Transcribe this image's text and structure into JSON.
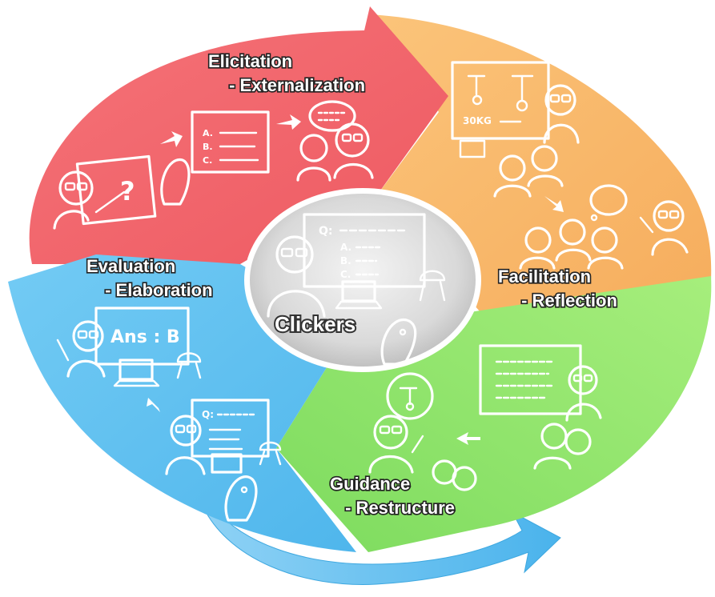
{
  "diagram": {
    "center": {
      "label": "Clickers"
    },
    "stages": [
      {
        "id": "elicitation",
        "line1": "Elicitation",
        "line2": " - Externalization",
        "color": "#f0646a"
      },
      {
        "id": "facilitation",
        "line1": "Facilitation",
        "line2": " - Reflection",
        "color": "#f9b96a"
      },
      {
        "id": "guidance",
        "line1": "Guidance",
        "line2": " - Restructure",
        "color": "#8fe36b"
      },
      {
        "id": "evaluation",
        "line1": "Evaluation",
        "line2": " - Elaboration",
        "color": "#56bdf0"
      }
    ],
    "sketch_text": {
      "q_choices": [
        "A.",
        "B.",
        "C."
      ],
      "weight": "30KG",
      "answer": "Ans : B",
      "question_mark": "?",
      "q_prefix": "Q:"
    },
    "icons": [
      "teacher-icon",
      "student-icon",
      "blackboard-icon",
      "laptop-icon",
      "clicker-remote-icon",
      "projector-icon",
      "arrow-icon"
    ]
  }
}
